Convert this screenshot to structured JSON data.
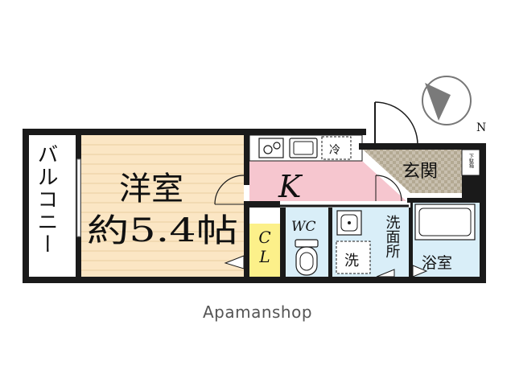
{
  "plan": {
    "rooms": {
      "balcony": "バルコニー",
      "western_room": "洋室",
      "western_room_size": "約5.4帖",
      "kitchen": "K",
      "refrigerator": "冷",
      "entrance": "玄関",
      "shoe_box": "下駄箱",
      "closet": "CL",
      "toilet": "WC",
      "washroom": "洗面所",
      "washer": "洗",
      "bathroom": "浴室"
    },
    "compass": "N",
    "watermark": "Apamanshop"
  },
  "colors": {
    "wall": "#1a1a1a",
    "western_room_floor": "#fbe6c4",
    "kitchen_floor": "#f6c6cf",
    "closet_floor": "#fcf08a",
    "wet_area_floor": "#d9eef8",
    "entrance_tile": "#c8bfae"
  }
}
